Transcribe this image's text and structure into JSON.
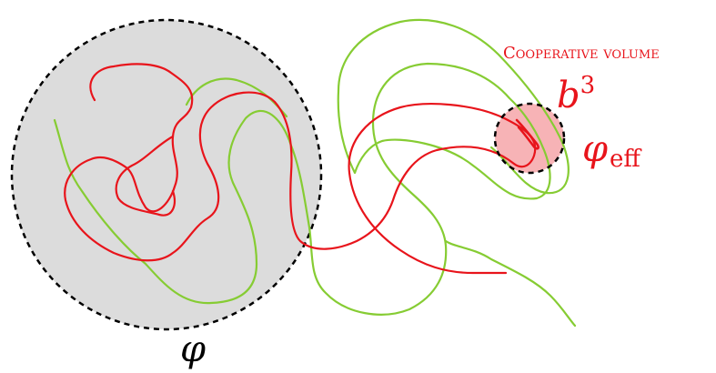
{
  "colors": {
    "red_chain": "#e8141b",
    "green_chain": "#86cc33",
    "large_region_fill": "#dcdcdc",
    "small_region_fill": "#f7b3b6",
    "outline": "#000000",
    "label_red": "#e8141b",
    "label_black": "#000000"
  },
  "labels": {
    "cooperative_volume": "Cooperative volume",
    "b_symbol": "b",
    "b_exponent": "3",
    "phi_eff_symbol": "φ",
    "phi_eff_subscript": "eff",
    "phi_symbol": "φ"
  }
}
